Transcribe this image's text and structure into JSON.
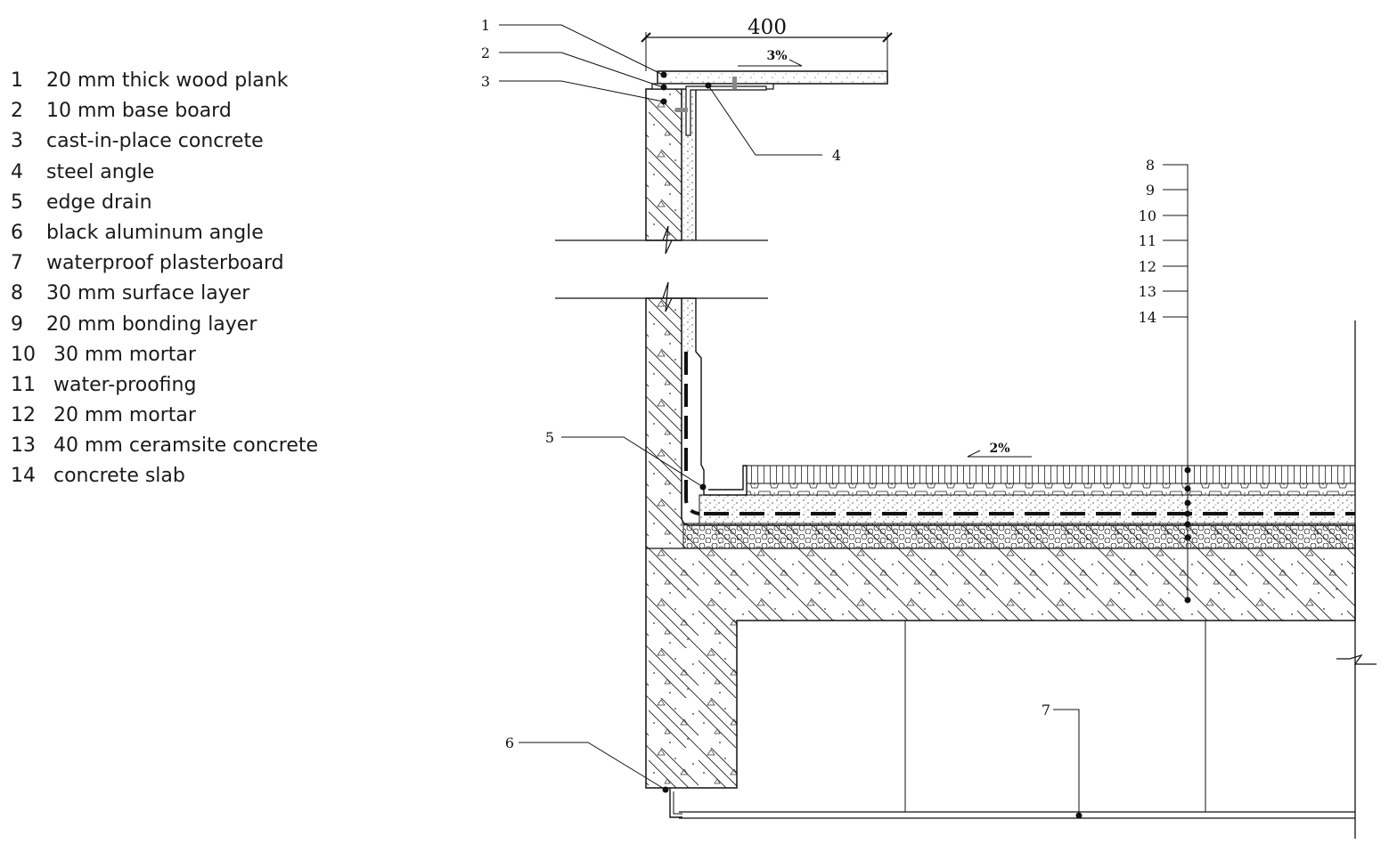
{
  "legend": [
    {
      "num": "1",
      "text": "20 mm thick wood plank"
    },
    {
      "num": "2",
      "text": "10 mm base board"
    },
    {
      "num": "3",
      "text": "cast-in-place concrete"
    },
    {
      "num": "4",
      "text": "steel angle"
    },
    {
      "num": "5",
      "text": "edge drain"
    },
    {
      "num": "6",
      "text": "black aluminum angle"
    },
    {
      "num": "7",
      "text": "waterproof plasterboard"
    },
    {
      "num": "8",
      "text": "30 mm surface layer"
    },
    {
      "num": "9",
      "text": "20 mm bonding layer"
    },
    {
      "num": "10",
      "text": "30 mm mortar"
    },
    {
      "num": "11",
      "text": "water-proofing"
    },
    {
      "num": "12",
      "text": "20 mm mortar"
    },
    {
      "num": "13",
      "text": "40 mm ceramsite concrete"
    },
    {
      "num": "14",
      "text": "concrete slab"
    }
  ],
  "drawing": {
    "dimension": "400",
    "slope_top": "3%",
    "slope_roof": "2%",
    "callouts": {
      "c1": "1",
      "c2": "2",
      "c3": "3",
      "c4": "4",
      "c5": "5",
      "c6": "6",
      "c7": "7",
      "c8": "8",
      "c9": "9",
      "c10": "10",
      "c11": "11",
      "c12": "12",
      "c13": "13",
      "c14": "14"
    }
  }
}
